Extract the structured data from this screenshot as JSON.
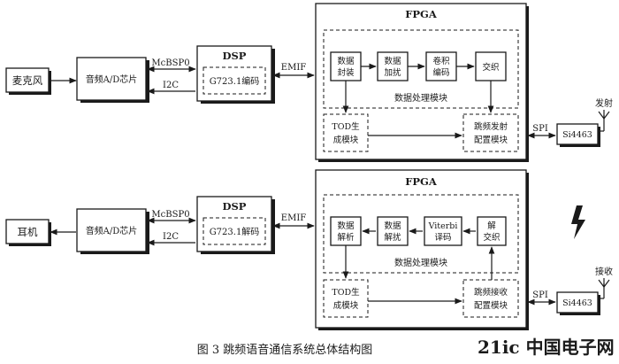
{
  "tx": {
    "mic": "麦克风",
    "adc": "音频A/D芯片",
    "mcbsp": "McBSP0",
    "i2c": "I2C",
    "dsp": "DSP",
    "codec": "G723.1编码",
    "emif": "EMIF",
    "fpga": "FPGA",
    "m1": [
      "数据",
      "封装"
    ],
    "m2": [
      "数据",
      "加扰"
    ],
    "m3": [
      "卷积",
      "编码"
    ],
    "m4": "交织",
    "proc": "数据处理模块",
    "tod": [
      "TOD生",
      "成模块"
    ],
    "hop": [
      "跳频发射",
      "配置模块"
    ],
    "spi": "SPI",
    "si": "Si4463",
    "ant": "发射"
  },
  "rx": {
    "ear": "耳机",
    "adc": "音频A/D芯片",
    "mcbsp": "McBSP0",
    "i2c": "I2C",
    "dsp": "DSP",
    "codec": "G723.1解码",
    "emif": "EMIF",
    "fpga": "FPGA",
    "m1": [
      "数据",
      "解析"
    ],
    "m2": [
      "数据",
      "解扰"
    ],
    "m3": [
      "Viterbi",
      "译码"
    ],
    "m4": [
      "解",
      "交织"
    ],
    "proc": "数据处理模块",
    "tod": [
      "TOD生",
      "成模块"
    ],
    "hop": [
      "跳频接收",
      "配置模块"
    ],
    "spi": "SPI",
    "si": "Si4463",
    "ant": "接收"
  },
  "caption": "图 3    跳频语音通信系统总体结构图",
  "watermark": "21ic 中国电子网"
}
